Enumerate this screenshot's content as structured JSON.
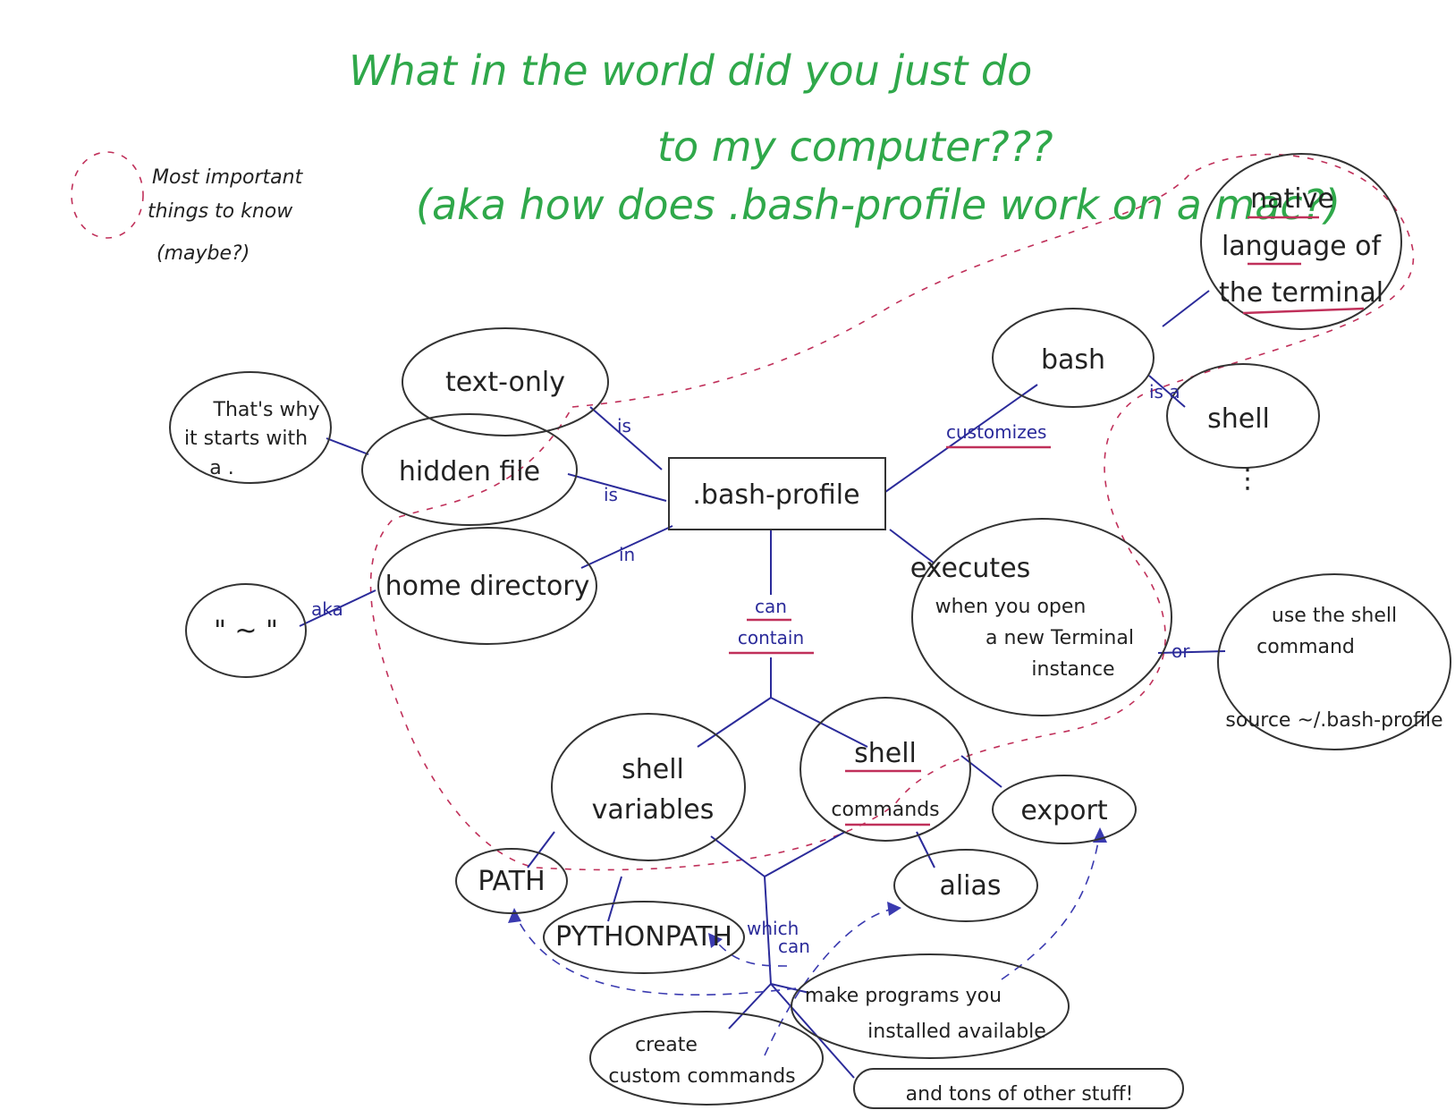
{
  "title": {
    "line1": "What in the world did you just do",
    "line2": "to my computer???",
    "line3": "(aka how does .bash-profile work on a mac?)"
  },
  "legend": {
    "line1": "Most important",
    "line2": "things to know",
    "line3": "(maybe?)"
  },
  "nodes": {
    "bash_profile": ".bash-profile",
    "text_only": "text-only",
    "hidden_file": "hidden file",
    "hidden_note": {
      "line1": "That's why",
      "line2": "it starts with",
      "line3": "a ."
    },
    "home_directory": "home directory",
    "tilde": "\" ~ \"",
    "bash": "bash",
    "native": {
      "line1": "native",
      "line2": "language of",
      "line3": "the terminal"
    },
    "shell": "shell",
    "shell_dots": "⋮",
    "executes": {
      "line1": "executes",
      "line2": "when you open",
      "line3": "a new Terminal",
      "line4": "instance"
    },
    "source": {
      "line1": "use the shell",
      "line2": "command",
      "line3": "source ~/.bash-profile"
    },
    "shell_variables": {
      "line1": "shell",
      "line2": "variables"
    },
    "shell_commands": {
      "line1": "shell",
      "line2": "commands"
    },
    "export": "export",
    "path": "PATH",
    "pythonpath": "PYTHONPATH",
    "alias": "alias",
    "make_programs": {
      "line1": "make programs you",
      "line2": "installed available"
    },
    "create_custom": {
      "line1": "create",
      "line2": "custom commands"
    },
    "tons_other": "and tons of other stuff!"
  },
  "edge_labels": {
    "is_text": "is",
    "is_hidden": "is",
    "in_home": "in",
    "aka": "aka",
    "customizes": "customizes",
    "is_a": "is a",
    "can_contain": {
      "line1": "can",
      "line2": "contain"
    },
    "or": "or",
    "which_can": {
      "line1": "which",
      "line2": "can"
    }
  },
  "colors": {
    "title": "#2fa84a",
    "ink": "#333333",
    "edge": "#2b2b9a",
    "highlight": "#c0305a"
  }
}
